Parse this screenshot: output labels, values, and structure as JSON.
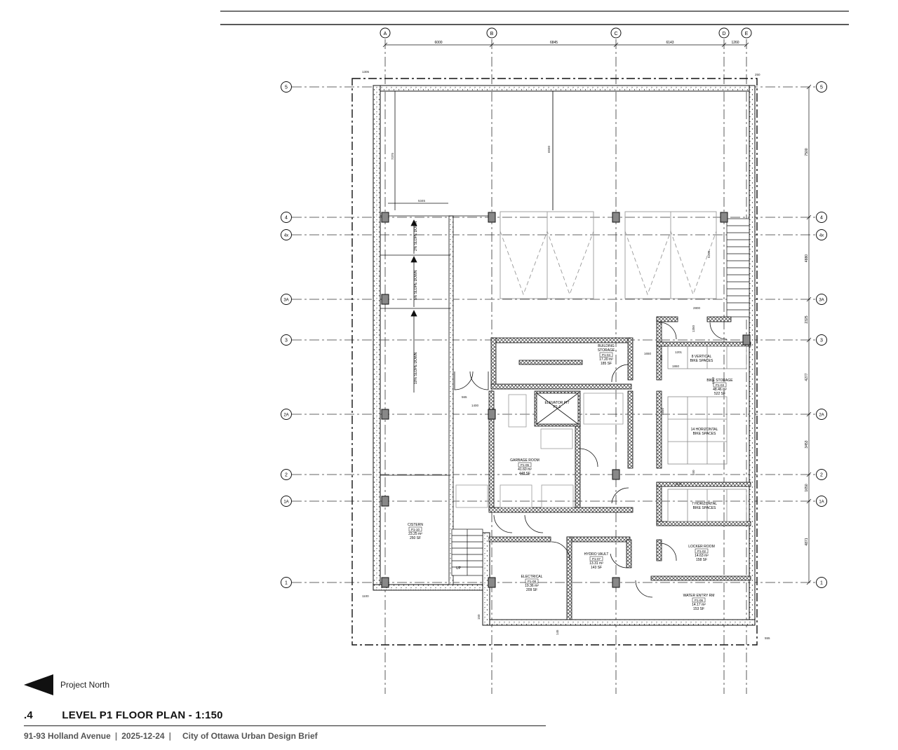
{
  "grid": {
    "columns": [
      "A",
      "B",
      "C",
      "D",
      "E"
    ],
    "rows": [
      "5",
      "4",
      "4x",
      "3A",
      "3",
      "2A",
      "2",
      "1A",
      "1"
    ]
  },
  "dimensions": {
    "top": [
      "6000",
      "6845",
      "6143",
      "1260"
    ],
    "right": [
      "7500",
      "4880",
      "2325",
      "4277",
      "3453",
      "1650",
      "4871"
    ],
    "misc": [
      "1305",
      "250",
      "5345",
      "7375",
      "6550",
      "5200",
      "2800",
      "1650",
      "1350",
      "300",
      "1860",
      "1860",
      "1650",
      "550",
      "1133",
      "1201",
      "1100",
      "145",
      "150",
      "555",
      "565",
      "1400"
    ]
  },
  "ramps": [
    "2% SLOPE DOWN",
    "5% SLOPE DOWN",
    "10% SLOPE DOWN"
  ],
  "rooms": [
    {
      "name": "BUILDING",
      "name2": "STORAGE",
      "tag": "P1-04",
      "area_m": "17.20 m²",
      "area_sf": "185 SF"
    },
    {
      "name": "8 VERTICAL",
      "name2": "BIKE SPACES"
    },
    {
      "name": "BIKE STORAGE",
      "tag": "P1-03",
      "area_m": "48.46 m²",
      "area_sf": "522 SF"
    },
    {
      "name": "ELEVATOR PIT",
      "tag": "P1-1"
    },
    {
      "name": "14 HORIZONTAL",
      "name2": "BIKE SPACES"
    },
    {
      "name": "GARBAGE ROOM",
      "tag": "P1-05",
      "area_m": "41.60 m²",
      "area_sf": "448 SF"
    },
    {
      "name": "7 HORIZONTAL",
      "name2": "BIKE SPACES"
    },
    {
      "name": "CISTERN",
      "tag": "P1-10",
      "area_m": "23.25 m²",
      "area_sf": "250 SF"
    },
    {
      "name": "HYDRO VAULT",
      "tag": "P1-07",
      "area_m": "13.31 m²",
      "area_sf": "143 SF"
    },
    {
      "name": "LOCKER ROOM",
      "tag": "P1-02",
      "area_m": "14.63 m²",
      "area_sf": "158 SF"
    },
    {
      "name": "ELECTRICAL",
      "tag": "P1-08",
      "area_m": "19.36 m²",
      "area_sf": "209 SF"
    },
    {
      "name": "WATER ENTRY RM",
      "tag": "P1-06",
      "area_m": "14.17 m²",
      "area_sf": "153 SF"
    }
  ],
  "stair_label": "UP",
  "north_label": "Project North",
  "title": {
    "number": ".4",
    "text": "LEVEL P1 FLOOR PLAN - 1:150"
  },
  "footer": {
    "address": "91-93 Holland Avenue",
    "sep": "|",
    "date": "2025-12-24",
    "brief": "City of Ottawa Urban Design Brief"
  },
  "colors": {
    "line": "#111111",
    "grid": "#333333",
    "hatch": "#444444",
    "dash": "#9a9a9a",
    "text": "#222222"
  }
}
